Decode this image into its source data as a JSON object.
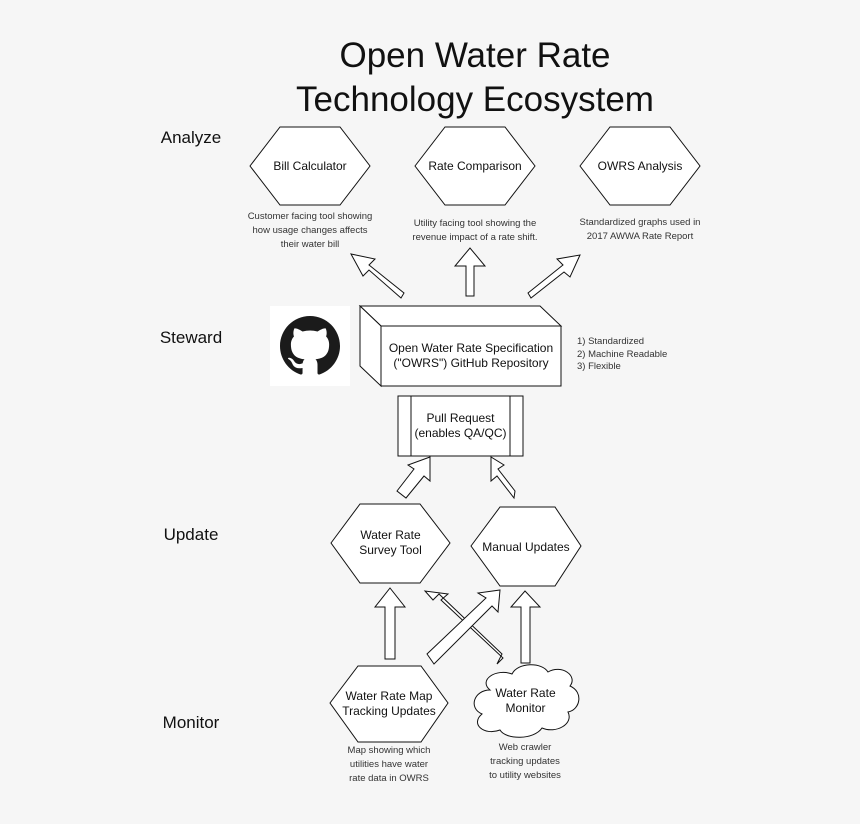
{
  "title": {
    "line1": "Open Water Rate",
    "line2": "Technology Ecosystem"
  },
  "rows": [
    {
      "id": "analyze",
      "label": "Analyze"
    },
    {
      "id": "steward",
      "label": "Steward"
    },
    {
      "id": "update",
      "label": "Update"
    },
    {
      "id": "monitor",
      "label": "Monitor"
    }
  ],
  "analyze": {
    "bill_calculator": {
      "label": "Bill Calculator",
      "caption": [
        "Customer facing tool showing",
        "how usage changes affects",
        "their water bill"
      ]
    },
    "rate_comparison": {
      "label": "Rate Comparison",
      "caption": [
        "Utility facing tool showing the",
        "revenue impact of a rate shift."
      ]
    },
    "owrs_analysis": {
      "label": "OWRS Analysis",
      "caption": [
        "Standardized graphs used in",
        "2017 AWWA Rate Report"
      ]
    }
  },
  "steward": {
    "github_logo": "github-octocat-icon",
    "repository": {
      "line1": "Open Water Rate Specification",
      "line2": "(\"OWRS\") GitHub Repository"
    },
    "properties": [
      "1) Standardized",
      "2) Machine Readable",
      "3) Flexible"
    ],
    "pull_request": {
      "line1": "Pull Request",
      "line2": "(enables QA/QC)"
    }
  },
  "update": {
    "survey_tool": {
      "line1": "Water Rate",
      "line2": "Survey Tool"
    },
    "manual_updates": {
      "label": "Manual Updates"
    }
  },
  "monitor": {
    "map_tracking": {
      "line1": "Water Rate Map",
      "line2": "Tracking Updates",
      "caption": [
        "Map showing which",
        "utilities have water",
        "rate data in OWRS"
      ]
    },
    "rate_monitor": {
      "line1": "Water Rate",
      "line2": "Monitor",
      "caption": [
        "Web crawler",
        "tracking updates",
        "to utility websites"
      ]
    }
  }
}
